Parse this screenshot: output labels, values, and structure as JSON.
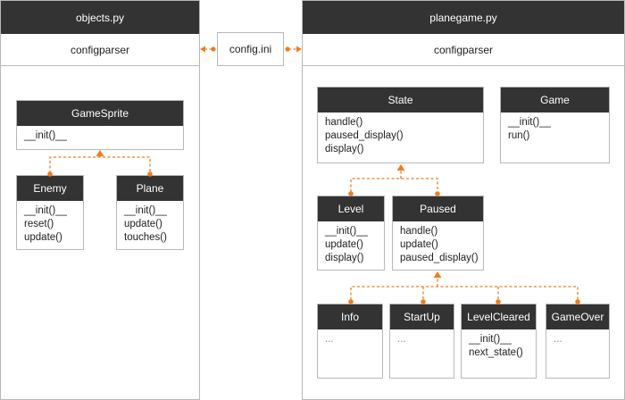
{
  "left_panel": {
    "title": "objects.py",
    "subtitle": "configparser"
  },
  "right_panel": {
    "title": "planegame.py",
    "subtitle": "configparser"
  },
  "config_file": "config.ini",
  "classes": {
    "gamesprite": {
      "name": "GameSprite",
      "methods": [
        "__init()__"
      ]
    },
    "enemy": {
      "name": "Enemy",
      "methods": [
        "__init()__",
        "reset()",
        "update()"
      ]
    },
    "plane": {
      "name": "Plane",
      "methods": [
        "__init()__",
        "update()",
        "touches()"
      ]
    },
    "state": {
      "name": "State",
      "methods": [
        "handle()",
        "paused_display()",
        "display()"
      ]
    },
    "game": {
      "name": "Game",
      "methods": [
        "__init()__",
        "run()"
      ]
    },
    "level": {
      "name": "Level",
      "methods": [
        "__init()__",
        "update()",
        "display()"
      ]
    },
    "paused": {
      "name": "Paused",
      "methods": [
        "handle()",
        "update()",
        "paused_display()"
      ]
    },
    "info": {
      "name": "Info",
      "methods": [
        "..."
      ]
    },
    "startup": {
      "name": "StartUp",
      "methods": [
        "..."
      ]
    },
    "levelcleared": {
      "name": "LevelCleared",
      "methods": [
        "__init()__",
        "next_state()"
      ]
    },
    "gameover": {
      "name": "GameOver",
      "methods": [
        "..."
      ]
    }
  },
  "colors": {
    "header": "#333333",
    "border": "#b9b9b9",
    "connector": "#f07c1e"
  }
}
